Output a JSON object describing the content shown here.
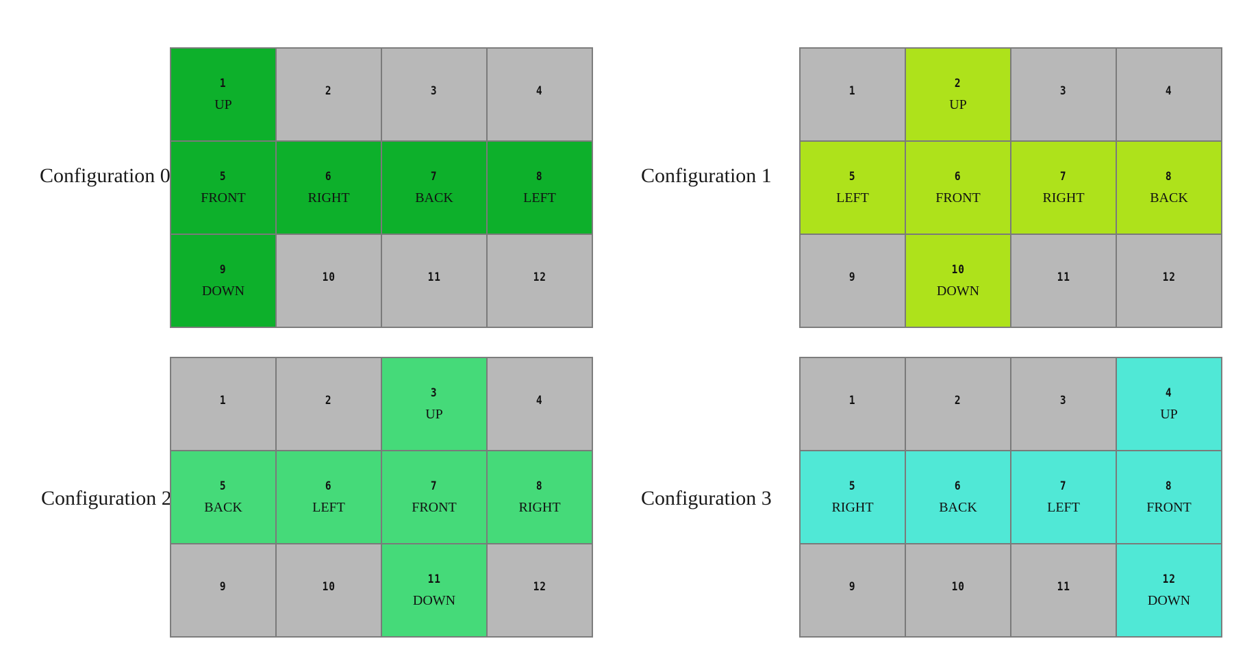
{
  "colors": {
    "inactive": "#b8b8b8",
    "border": "#7a7a7a"
  },
  "configurations": [
    {
      "label": "Configuration 0",
      "color": "#0db02b",
      "cells": [
        {
          "num": "1",
          "face": "UP"
        },
        {
          "num": "2",
          "face": ""
        },
        {
          "num": "3",
          "face": ""
        },
        {
          "num": "4",
          "face": ""
        },
        {
          "num": "5",
          "face": "FRONT"
        },
        {
          "num": "6",
          "face": "RIGHT"
        },
        {
          "num": "7",
          "face": "BACK"
        },
        {
          "num": "8",
          "face": "LEFT"
        },
        {
          "num": "9",
          "face": "DOWN"
        },
        {
          "num": "10",
          "face": ""
        },
        {
          "num": "11",
          "face": ""
        },
        {
          "num": "12",
          "face": ""
        }
      ]
    },
    {
      "label": "Configuration 1",
      "color": "#aee21b",
      "cells": [
        {
          "num": "1",
          "face": ""
        },
        {
          "num": "2",
          "face": "UP"
        },
        {
          "num": "3",
          "face": ""
        },
        {
          "num": "4",
          "face": ""
        },
        {
          "num": "5",
          "face": "LEFT"
        },
        {
          "num": "6",
          "face": "FRONT"
        },
        {
          "num": "7",
          "face": "RIGHT"
        },
        {
          "num": "8",
          "face": "BACK"
        },
        {
          "num": "9",
          "face": ""
        },
        {
          "num": "10",
          "face": "DOWN"
        },
        {
          "num": "11",
          "face": ""
        },
        {
          "num": "12",
          "face": ""
        }
      ]
    },
    {
      "label": "Configuration 2",
      "color": "#45da79",
      "cells": [
        {
          "num": "1",
          "face": ""
        },
        {
          "num": "2",
          "face": ""
        },
        {
          "num": "3",
          "face": "UP"
        },
        {
          "num": "4",
          "face": ""
        },
        {
          "num": "5",
          "face": "BACK"
        },
        {
          "num": "6",
          "face": "LEFT"
        },
        {
          "num": "7",
          "face": "FRONT"
        },
        {
          "num": "8",
          "face": "RIGHT"
        },
        {
          "num": "9",
          "face": ""
        },
        {
          "num": "10",
          "face": ""
        },
        {
          "num": "11",
          "face": "DOWN"
        },
        {
          "num": "12",
          "face": ""
        }
      ]
    },
    {
      "label": "Configuration 3",
      "color": "#50e8d6",
      "cells": [
        {
          "num": "1",
          "face": ""
        },
        {
          "num": "2",
          "face": ""
        },
        {
          "num": "3",
          "face": ""
        },
        {
          "num": "4",
          "face": "UP"
        },
        {
          "num": "5",
          "face": "RIGHT"
        },
        {
          "num": "6",
          "face": "BACK"
        },
        {
          "num": "7",
          "face": "LEFT"
        },
        {
          "num": "8",
          "face": "FRONT"
        },
        {
          "num": "9",
          "face": ""
        },
        {
          "num": "10",
          "face": ""
        },
        {
          "num": "11",
          "face": ""
        },
        {
          "num": "12",
          "face": "DOWN"
        }
      ]
    }
  ]
}
